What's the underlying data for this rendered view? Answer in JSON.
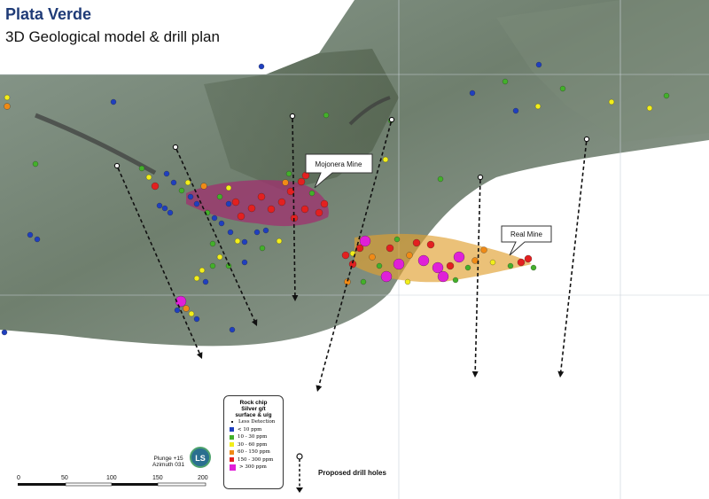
{
  "header": {
    "title": "Plata Verde",
    "subtitle": "3D Geological model & drill plan"
  },
  "callouts": {
    "mojonera": "Mojonera Mine",
    "real": "Real Mine"
  },
  "legend": {
    "title_lines": [
      "Rock chip",
      "Silver g/t",
      "surface & u/g"
    ],
    "items": [
      {
        "label": "Less Detection",
        "color": "#222222"
      },
      {
        "label": "< 10 ppm",
        "color": "#1f3fbf"
      },
      {
        "label": "10 - 30 ppm",
        "color": "#43b02a"
      },
      {
        "label": "30 - 60 ppm",
        "color": "#f2ee1a"
      },
      {
        "label": "60 - 150 ppm",
        "color": "#f08a16"
      },
      {
        "label": "150 - 300 ppm",
        "color": "#e32020"
      },
      {
        "label": "> 300 ppm",
        "color": "#e020d8"
      }
    ]
  },
  "orientation": {
    "plunge": "Plunge +15",
    "azimuth": "Azimuth 031"
  },
  "logo_text": "LS",
  "drill_legend_label": "Proposed drill holes",
  "scale": {
    "ticks": [
      "0",
      "50",
      "100",
      "150",
      "200"
    ]
  }
}
